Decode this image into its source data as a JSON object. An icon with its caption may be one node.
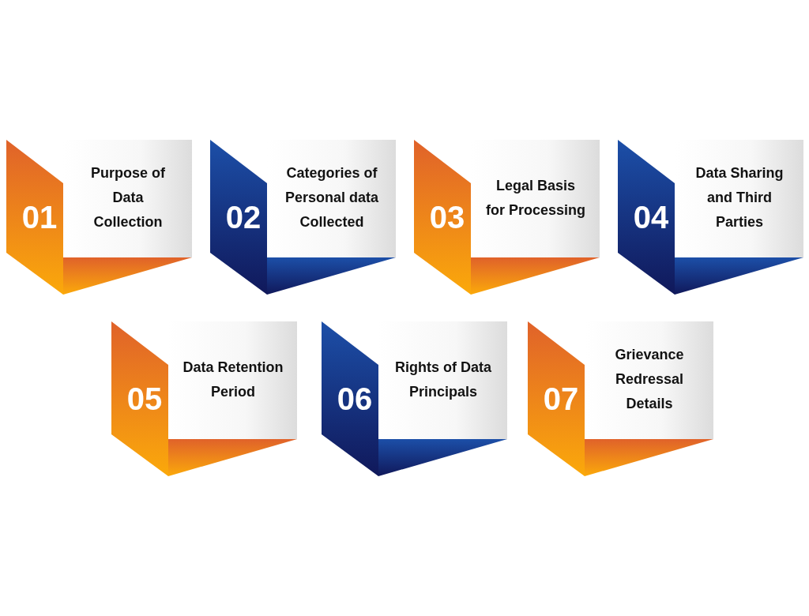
{
  "diagram": {
    "nodes": [
      {
        "text": [
          "01",
          "Purpose of Data Collection"
        ]
      },
      {
        "text": [
          "02",
          "Categories of Personal data Collected"
        ]
      },
      {
        "text": [
          "03",
          "Legal Basis for Processing"
        ]
      },
      {
        "text": [
          "04",
          "Data Sharing and Third Parties"
        ]
      },
      {
        "text": [
          "05",
          "Data Retention Period"
        ]
      },
      {
        "text": [
          "06",
          "Rights of Data Principals"
        ]
      },
      {
        "text": [
          "07",
          "Grievance Redressal Details"
        ]
      }
    ]
  }
}
